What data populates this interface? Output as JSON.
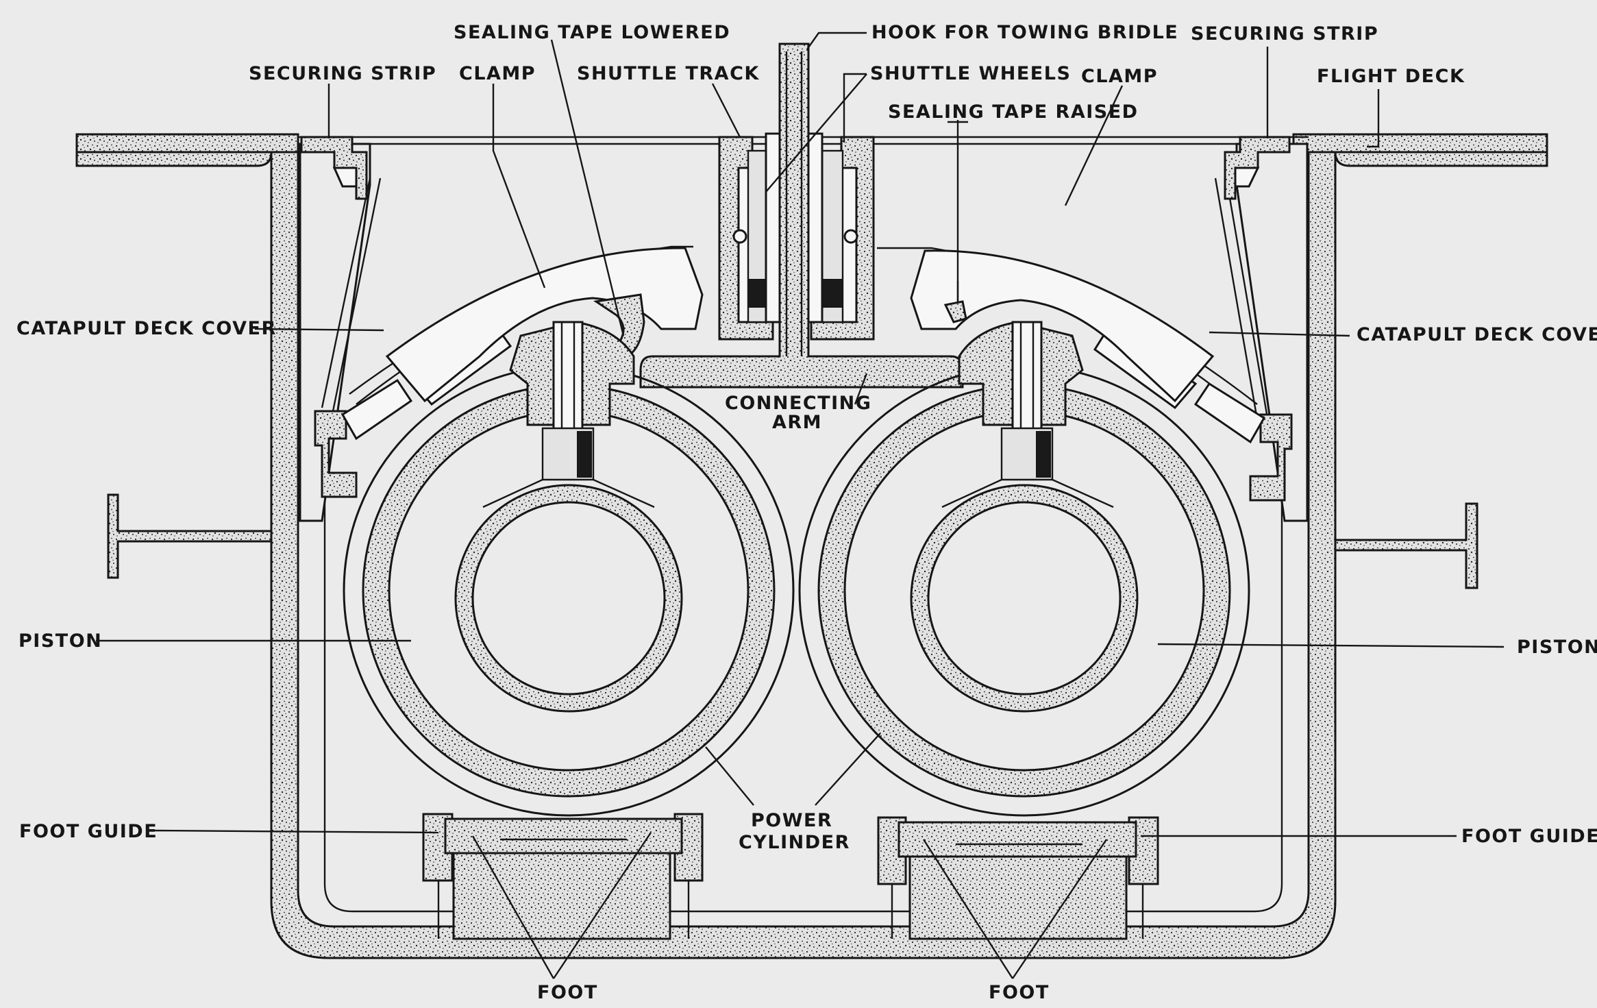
{
  "diagram": {
    "labels": {
      "sealing_tape_lowered": "SEALING TAPE LOWERED",
      "hook_for_towing_bridle": "HOOK FOR TOWING BRIDLE",
      "securing_strip_left": "SECURING STRIP",
      "securing_strip_right": "SECURING STRIP",
      "clamp_left": "CLAMP",
      "clamp_right": "CLAMP",
      "shuttle_track": "SHUTTLE TRACK",
      "shuttle_wheels": "SHUTTLE WHEELS",
      "flight_deck": "FLIGHT DECK",
      "sealing_tape_raised": "SEALING TAPE RAISED",
      "catapult_deck_cover_left": "CATAPULT DECK COVER",
      "catapult_deck_cover_right": "CATAPULT DECK COVER",
      "connecting_arm_line1": "CONNECTING",
      "connecting_arm_line2": "ARM",
      "piston_left": "PISTON",
      "piston_right": "PISTON",
      "power_cylinder_line1": "POWER",
      "power_cylinder_line2": "CYLINDER",
      "foot_guide_left": "FOOT GUIDE",
      "foot_guide_right": "FOOT GUIDE",
      "foot_left": "FOOT",
      "foot_right": "FOOT"
    }
  }
}
